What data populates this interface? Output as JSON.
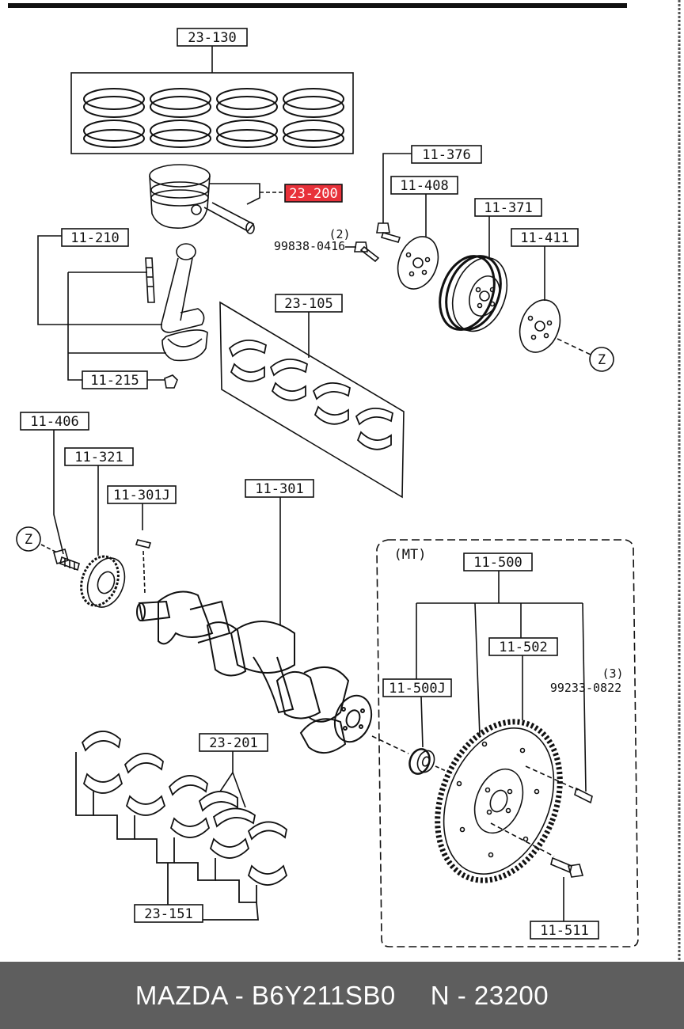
{
  "diagram": {
    "labels": {
      "l_23130": "23-130",
      "l_23200": "23-200",
      "l_11210": "11-210",
      "l_11215": "11-215",
      "l_23105": "23-105",
      "l_11376": "11-376",
      "l_11408": "11-408",
      "l_11371": "11-371",
      "l_11411": "11-411",
      "l_99838_qty": "(2)",
      "l_99838": "99838-0416",
      "l_z1": "Z",
      "l_z2": "Z",
      "l_11406": "11-406",
      "l_11321": "11-321",
      "l_11301j": "11-301J",
      "l_11301": "11-301",
      "l_mt": "(MT)",
      "l_11500": "11-500",
      "l_11502": "11-502",
      "l_11500j": "11-500J",
      "l_99233_qty": "(3)",
      "l_99233": "99233-0822",
      "l_23201": "23-201",
      "l_23151": "23-151",
      "l_11511": "11-511"
    },
    "highlight_color": "#e8313a"
  },
  "footer": {
    "brand_part": "MAZDA - B6Y211SB0",
    "ref": "N - 23200"
  }
}
